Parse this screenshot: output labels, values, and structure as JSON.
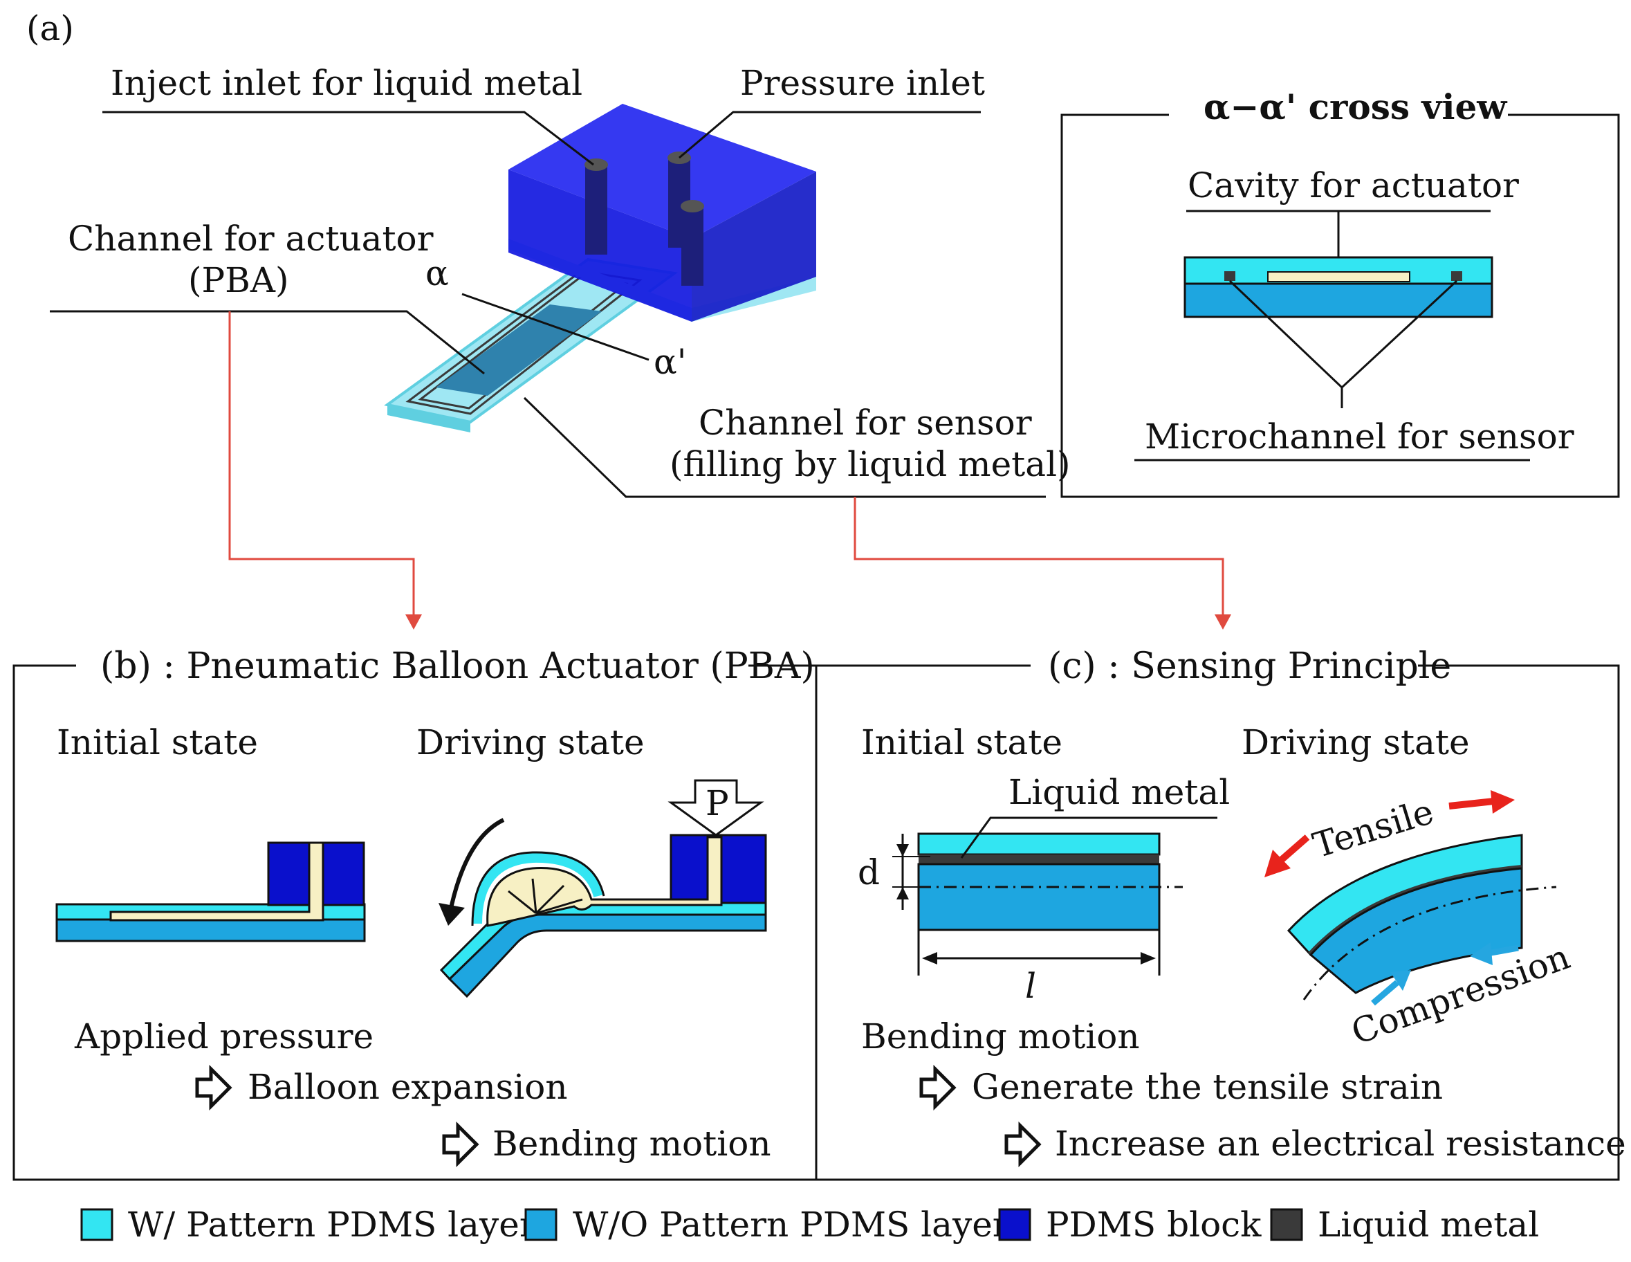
{
  "figure": {
    "panel_a": {
      "label": "(a)",
      "inject_inlet": "Inject inlet for liquid metal",
      "pressure_inlet": "Pressure inlet",
      "channel_actuator_line1": "Channel for actuator",
      "channel_actuator_line2": "(PBA)",
      "alpha": "α",
      "alpha_prime": "α'",
      "channel_sensor_line1": "Channel for sensor",
      "channel_sensor_line2": "(filling by liquid metal)",
      "cross_view": {
        "title": "α−α' cross view",
        "cavity_label": "Cavity for actuator",
        "microchannel_label": "Microchannel for sensor"
      }
    },
    "panel_b": {
      "title": "(b) : Pneumatic Balloon Actuator (PBA)",
      "initial_state": "Initial state",
      "driving_state": "Driving state",
      "pressure_symbol": "P",
      "step1": "Applied pressure",
      "step2": "Balloon expansion",
      "step3": "Bending motion"
    },
    "panel_c": {
      "title": "(c) : Sensing Principle",
      "initial_state": "Initial state",
      "driving_state": "Driving state",
      "liquid_metal": "Liquid metal",
      "d_symbol": "d",
      "l_symbol": "l",
      "tensile": "Tensile",
      "compression": "Compression",
      "step1": "Bending motion",
      "step2": "Generate the tensile strain",
      "step3": "Increase an electrical resistance R"
    },
    "legend": [
      {
        "label": "W/ Pattern PDMS layer",
        "color": "#33e5f2"
      },
      {
        "label": "W/O Pattern PDMS layer",
        "color": "#1ea6e0"
      },
      {
        "label": "PDMS block",
        "color": "#0a10cc"
      },
      {
        "label": "Liquid metal",
        "color": "#3a3a3a"
      }
    ],
    "colors": {
      "patterned_pdms": "#33e5f2",
      "unpatterned_pdms": "#1ea6e0",
      "pdms_block": "#0a10cc",
      "liquid_metal": "#3a3a3a",
      "channel_fill": "#f7f0c4",
      "connector_arrow": "#e04a3f",
      "tensile_arrow": "#e8231c",
      "compression_arrow": "#25a6e0"
    }
  }
}
